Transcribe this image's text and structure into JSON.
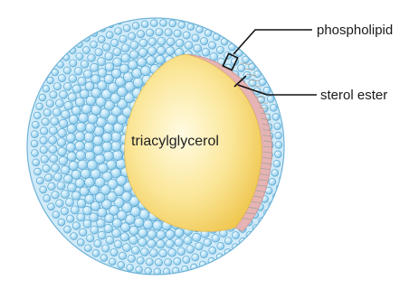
{
  "labels": {
    "core": "triacylglycerol",
    "phospholipid": "phospholipid",
    "sterol_ester": "sterol ester"
  },
  "colors": {
    "bead_fill": "#b9e2f6",
    "bead_highlight": "#eef9ff",
    "bead_stroke": "#5aa8d2",
    "core_center": "#fffbe2",
    "core_mid": "#fbe79a",
    "core_edge": "#efc64e",
    "sterol_band": "#e6b4b4",
    "text": "#1a1a1a"
  },
  "icons": {
    "particle": "lipid-droplet-illustration"
  }
}
